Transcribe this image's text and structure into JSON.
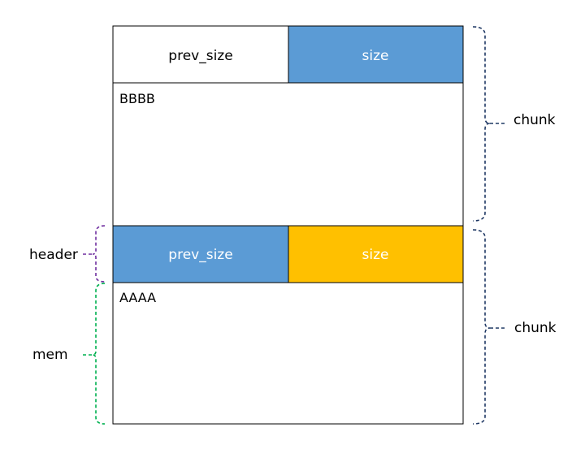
{
  "chunk_top": {
    "prev_size": {
      "label": "prev_size",
      "color": "#ffffff",
      "text_color": "#000000"
    },
    "size": {
      "label": "size",
      "color": "#5b9bd5",
      "text_color": "#ffffff"
    },
    "data_text": "BBBB"
  },
  "chunk_bottom": {
    "prev_size": {
      "label": "prev_size",
      "color": "#5b9bd5",
      "text_color": "#ffffff"
    },
    "size": {
      "label": "size",
      "color": "#ffc000",
      "text_color": "#ffffff"
    },
    "data_text": "AAAA"
  },
  "braces": {
    "chunk_top_label": "chunk",
    "chunk_bottom_label": "chunk",
    "header_label": "header",
    "mem_label": "mem",
    "chunk_color": "#1f3864",
    "header_color": "#7030a0",
    "mem_color": "#00b050"
  }
}
